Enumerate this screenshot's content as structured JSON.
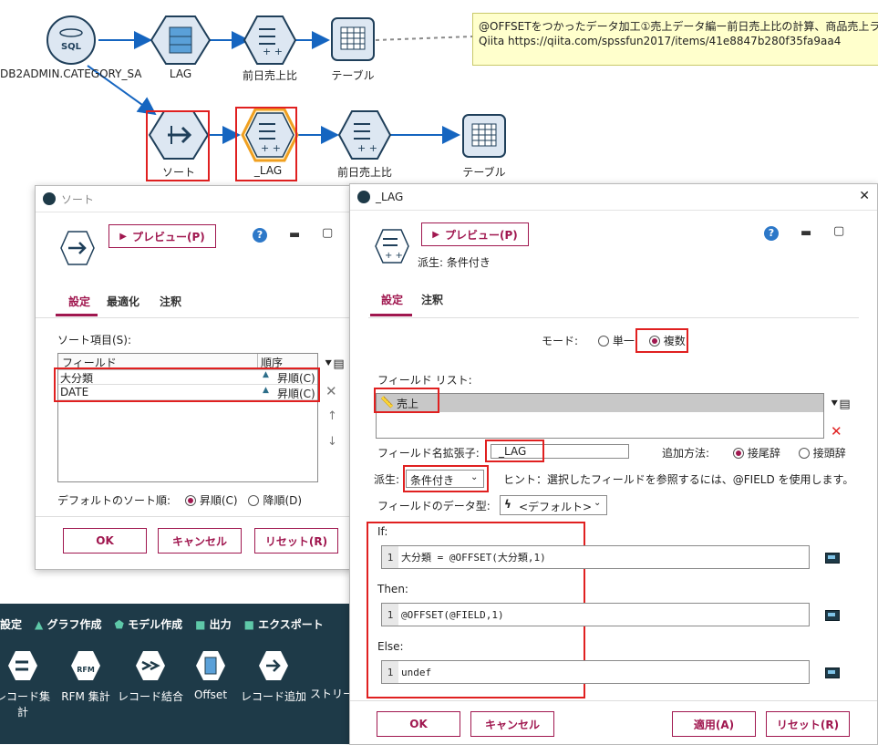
{
  "flow": {
    "row1": [
      {
        "label": "DB2ADMIN.CATEGORY_SA..",
        "icon": "sql-database-icon",
        "badge": "SQL"
      },
      {
        "label": "LAG",
        "icon": "field-operation-icon"
      },
      {
        "label": "前日売上比",
        "icon": "derive-icon"
      },
      {
        "label": "テーブル",
        "icon": "table-icon"
      }
    ],
    "row2": [
      {
        "label": "ソート",
        "icon": "sort-icon"
      },
      {
        "label": "_LAG",
        "icon": "derive-icon"
      },
      {
        "label": "前日売上比",
        "icon": "derive-icon"
      },
      {
        "label": "テーブル",
        "icon": "table-icon"
      }
    ],
    "comment": {
      "line1": "@OFFSETをつかったデータ加工①売上データ編ー前日売上比の計算、商品売上ラ",
      "line2": "Qiita https://qiita.com/spssfun2017/items/41e8847b280f35fa9aa4"
    }
  },
  "palette": {
    "tabs": [
      "設定",
      "グラフ作成",
      "モデル作成",
      "出力",
      "エクスポート"
    ],
    "items": [
      "レコード集計",
      "RFM 集計",
      "レコード結合",
      "Offset",
      "レコード追加",
      "ストリー"
    ]
  },
  "sort_dialog": {
    "title": "ソート",
    "preview": "プレビュー(P)",
    "tabs": [
      "設定",
      "最適化",
      "注釈"
    ],
    "sort_items_label": "ソート項目(S):",
    "columns": [
      "フィールド",
      "順序"
    ],
    "rows": [
      {
        "field": "大分類",
        "order": "昇順(C)"
      },
      {
        "field": "DATE",
        "order": "昇順(C)"
      }
    ],
    "default_order_label": "デフォルトのソート順:",
    "asc": "昇順(C)",
    "desc": "降順(D)",
    "ok": "OK",
    "cancel": "キャンセル",
    "reset": "リセット(R)"
  },
  "lag_dialog": {
    "title": "_LAG",
    "preview": "プレビュー(P)",
    "subtitle": "派生: 条件付き",
    "tabs": [
      "設定",
      "注釈"
    ],
    "mode_label": "モード:",
    "mode_single": "単一",
    "mode_multiple": "複数",
    "field_list_label": "フィールド リスト:",
    "field_item": "売上",
    "extension_label": "フィールド名拡張子:",
    "extension_value": "_LAG",
    "add_method_label": "追加方法:",
    "suffix": "接尾辞",
    "prefix": "接頭辞",
    "derive_label": "派生:",
    "derive_value": "条件付き",
    "hint": "ヒント：選択したフィールドを参照するには、@FIELD を使用します。",
    "type_label": "フィールドのデータ型:",
    "type_value": "<デフォルト>",
    "if_label": "If:",
    "if_code": "大分類 = @OFFSET(大分類,1)",
    "then_label": "Then:",
    "then_code": "@OFFSET(@FIELD,1)",
    "else_label": "Else:",
    "else_code": "undef",
    "line_no": "1",
    "ok": "OK",
    "cancel": "キャンセル",
    "apply": "適用(A)",
    "reset": "リセット(R)"
  },
  "colors": {
    "accent": "#a0174f",
    "node_fill": "#dde7f2",
    "node_stroke": "#1f3f5a",
    "arrow": "#1565c0",
    "highlight": "#e02020"
  }
}
